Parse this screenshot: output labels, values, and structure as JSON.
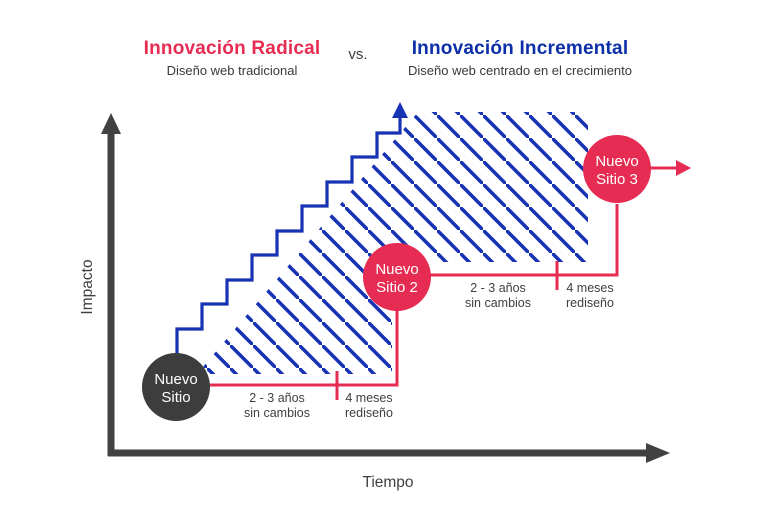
{
  "header": {
    "left": {
      "title": "Innovación Radical",
      "subtitle": "Diseño web tradicional"
    },
    "vs": "vs.",
    "right": {
      "title": "Innovación Incremental",
      "subtitle": "Diseño web centrado en el crecimiento"
    }
  },
  "axes": {
    "y_label": "Impacto",
    "x_label": "Tiempo"
  },
  "nodes": [
    {
      "lines": [
        "Nuevo",
        "Sitio"
      ],
      "color": "#3d3d3d"
    },
    {
      "lines": [
        "Nuevo",
        "Sitio 2"
      ],
      "color": "#e62c52"
    },
    {
      "lines": [
        "Nuevo",
        "Sitio 3"
      ],
      "color": "#e62c52"
    }
  ],
  "cycles": [
    {
      "wait_duration": "2 - 3 años",
      "wait_caption": "sin cambios",
      "redesign_duration": "4 meses",
      "redesign_caption": "rediseño"
    },
    {
      "wait_duration": "2 - 3 años",
      "wait_caption": "sin cambios",
      "redesign_duration": "4 meses",
      "redesign_caption": "rediseño"
    }
  ],
  "colors": {
    "radical_red": "#e62c52",
    "incremental_blue": "#1733b3",
    "header_blue": "#0c2fa8",
    "node_dark": "#3d3d3d",
    "axis_gray": "#414141",
    "text_gray": "#3f3f3f"
  }
}
